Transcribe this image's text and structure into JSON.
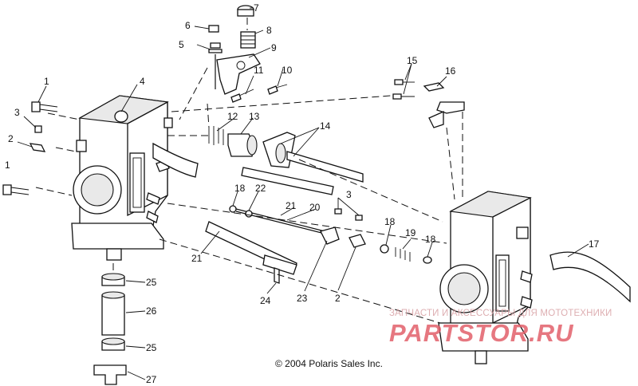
{
  "callouts": [
    {
      "id": "c1a",
      "text": "1"
    },
    {
      "id": "c1b",
      "text": "1"
    },
    {
      "id": "c2a",
      "text": "2"
    },
    {
      "id": "c2b",
      "text": "2"
    },
    {
      "id": "c3a",
      "text": "3"
    },
    {
      "id": "c3b",
      "text": "3"
    },
    {
      "id": "c4",
      "text": "4"
    },
    {
      "id": "c5",
      "text": "5"
    },
    {
      "id": "c6",
      "text": "6"
    },
    {
      "id": "c7",
      "text": "7"
    },
    {
      "id": "c8",
      "text": "8"
    },
    {
      "id": "c9",
      "text": "9"
    },
    {
      "id": "c10",
      "text": "10"
    },
    {
      "id": "c11",
      "text": "11"
    },
    {
      "id": "c12",
      "text": "12"
    },
    {
      "id": "c13",
      "text": "13"
    },
    {
      "id": "c14",
      "text": "14"
    },
    {
      "id": "c15",
      "text": "15"
    },
    {
      "id": "c16",
      "text": "16"
    },
    {
      "id": "c17",
      "text": "17"
    },
    {
      "id": "c18a",
      "text": "18"
    },
    {
      "id": "c18b",
      "text": "18"
    },
    {
      "id": "c18c",
      "text": "18"
    },
    {
      "id": "c19",
      "text": "19"
    },
    {
      "id": "c20",
      "text": "20"
    },
    {
      "id": "c21a",
      "text": "21"
    },
    {
      "id": "c21b",
      "text": "21"
    },
    {
      "id": "c22",
      "text": "22"
    },
    {
      "id": "c23",
      "text": "23"
    },
    {
      "id": "c24",
      "text": "24"
    },
    {
      "id": "c25a",
      "text": "25"
    },
    {
      "id": "c25b",
      "text": "25"
    },
    {
      "id": "c26",
      "text": "26"
    },
    {
      "id": "c27",
      "text": "27"
    }
  ],
  "copyright": "© 2004 Polaris Sales Inc.",
  "watermark": {
    "top_text": "ЗАПЧАСТИ И АКСЕССУАРЫ ДЛЯ МОТОТЕХНИКИ",
    "logo_text": "PARTSTOR.RU"
  }
}
